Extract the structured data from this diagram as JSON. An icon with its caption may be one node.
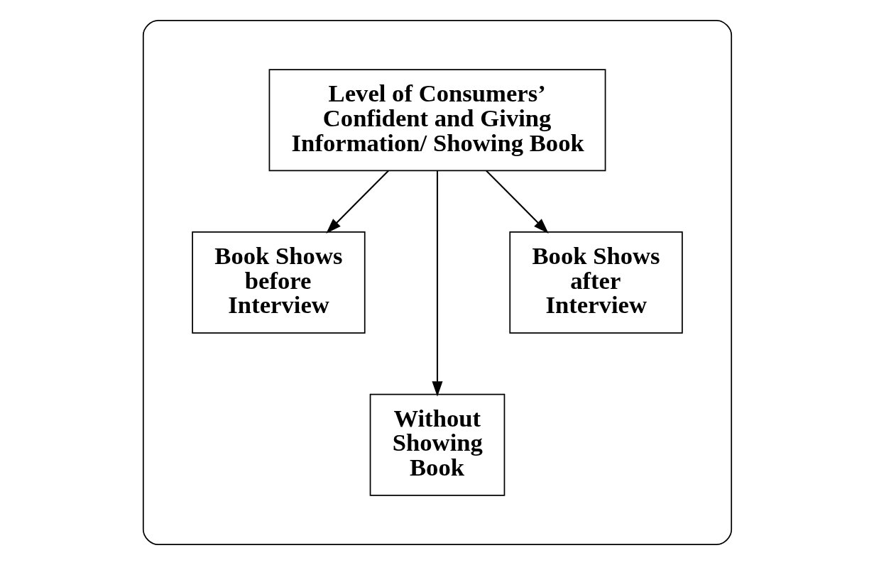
{
  "diagram": {
    "nodes": [
      {
        "text": [],
        "shape": "box"
      },
      {
        "text": [
          "Level of Consumers’ Confident and Giving Information/ Showing Book"
        ],
        "in": 0
      },
      {
        "text": [
          "Book Shows before Interview"
        ],
        "in": 0
      },
      {
        "text": [
          "Without Showing Book"
        ],
        "in": 0
      },
      {
        "text": [
          "Book Shows after Interview"
        ],
        "in": 0
      }
    ],
    "edges": [
      {
        "from": 1,
        "to": 2,
        "arrow": "to"
      },
      {
        "from": 1,
        "to": 3,
        "arrow": "to"
      },
      {
        "from": 1,
        "to": 4,
        "arrow": "to"
      }
    ]
  }
}
